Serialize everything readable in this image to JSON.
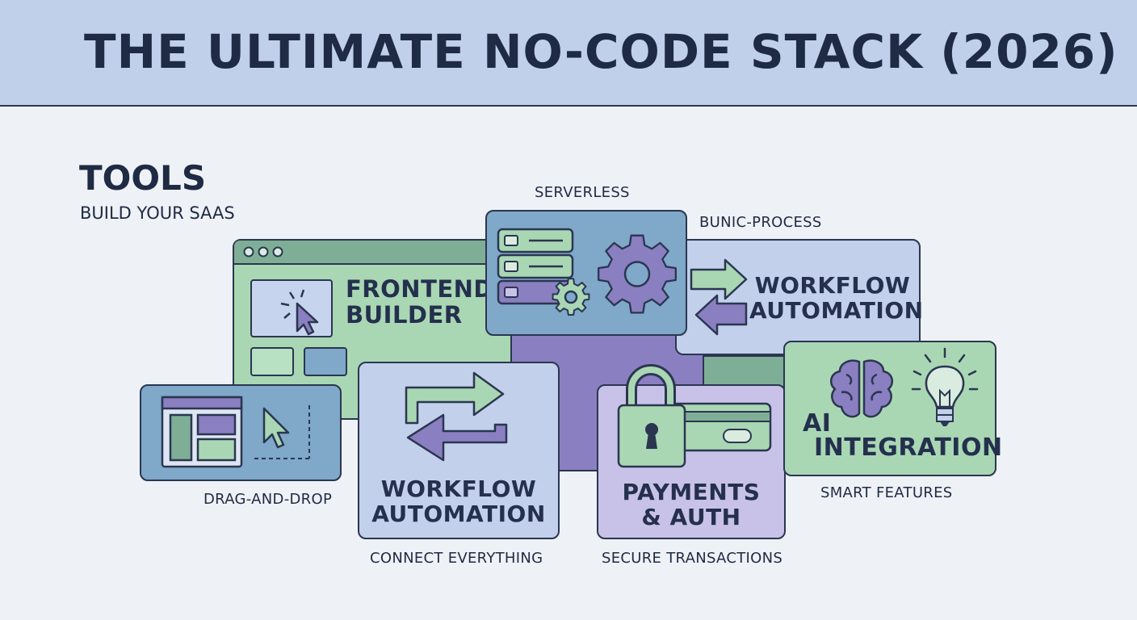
{
  "title": "THE ULTIMATE NO-CODE STACK (2026)",
  "tools": {
    "heading": "TOOLS",
    "subheading": "BUILD YOUR SAAS"
  },
  "captions": {
    "serverless": "SERVERLESS",
    "bunic_process": "BUNIC-PROCESS",
    "drag_and_drop": "DRAG-AND-DROP",
    "connect_everything": "CONNECT EVERYTHING",
    "secure_transactions": "SECURE TRANSACTIONS",
    "smart_features": "SMART FEATURES"
  },
  "cards": {
    "frontend_builder": {
      "line1": "FRONTEND",
      "line2": "BUILDER"
    },
    "workflow_top": {
      "line1": "WORKFLOW",
      "line2": "AUTOMATION"
    },
    "workflow_bottom": {
      "line1": "WORKFLOW",
      "line2": "AUTOMATION"
    },
    "payments_auth": {
      "line1": "PAYMENTS",
      "line2": "& AUTH"
    },
    "ai_integration": {
      "line1": "AI",
      "line2": "INTEGRATION"
    }
  },
  "icons": [
    "cursor-click-icon",
    "server-stack-icon",
    "gear-icon",
    "arrows-exchange-icon",
    "layout-grid-icon",
    "cursor-icon",
    "padlock-icon",
    "credit-card-icon",
    "brain-icon",
    "lightbulb-icon"
  ],
  "colors": {
    "green": "#a9d7b4",
    "blue": "#7fa8c9",
    "lavender": "#c3d0ec",
    "purple": "#8a7fc0",
    "lilac": "#c8c2e8",
    "outline": "#2b3650"
  }
}
